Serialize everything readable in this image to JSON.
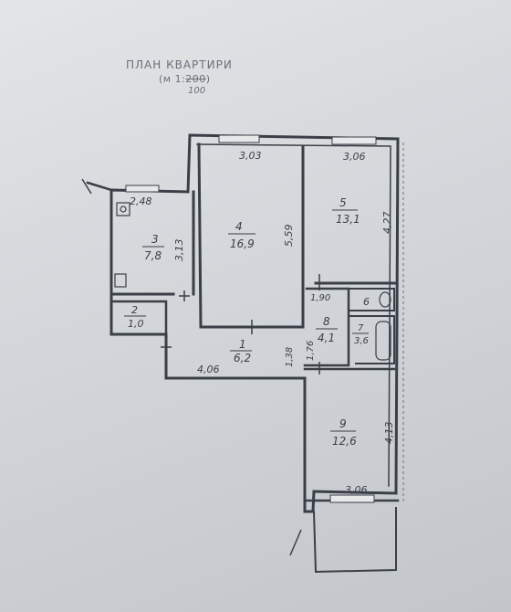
{
  "header": {
    "title": "ПЛАН КВАРТИРИ",
    "scale_prefix": "(м 1:",
    "scale_struck": "200",
    "scale_suffix": ")",
    "scale_corrected": "100"
  },
  "rooms": [
    {
      "number": "1",
      "area": "6,2"
    },
    {
      "number": "2",
      "area": "1,0"
    },
    {
      "number": "3",
      "area": "7,8"
    },
    {
      "number": "4",
      "area": "16,9"
    },
    {
      "number": "5",
      "area": "13,1"
    },
    {
      "number": "6",
      "area": ""
    },
    {
      "number": "7",
      "area": "3,6"
    },
    {
      "number": "8",
      "area": "4,1"
    },
    {
      "number": "9",
      "area": "12,6"
    }
  ],
  "dimensions": {
    "room3_width": "2,48",
    "room3_depth": "3,13",
    "room4_width": "3,03",
    "room4_depth": "5,59",
    "room5_width": "3,06",
    "room5_depth": "4,27",
    "room8_width": "1,90",
    "hall_length": "4,06",
    "hall_width": "1,38",
    "room8_depth": "1,76",
    "room9_depth": "4,13",
    "room9_width": "3,06"
  },
  "colors": {
    "paper": "#d8dbde",
    "ink": "#3a3e46",
    "print": "#6a6f78"
  }
}
